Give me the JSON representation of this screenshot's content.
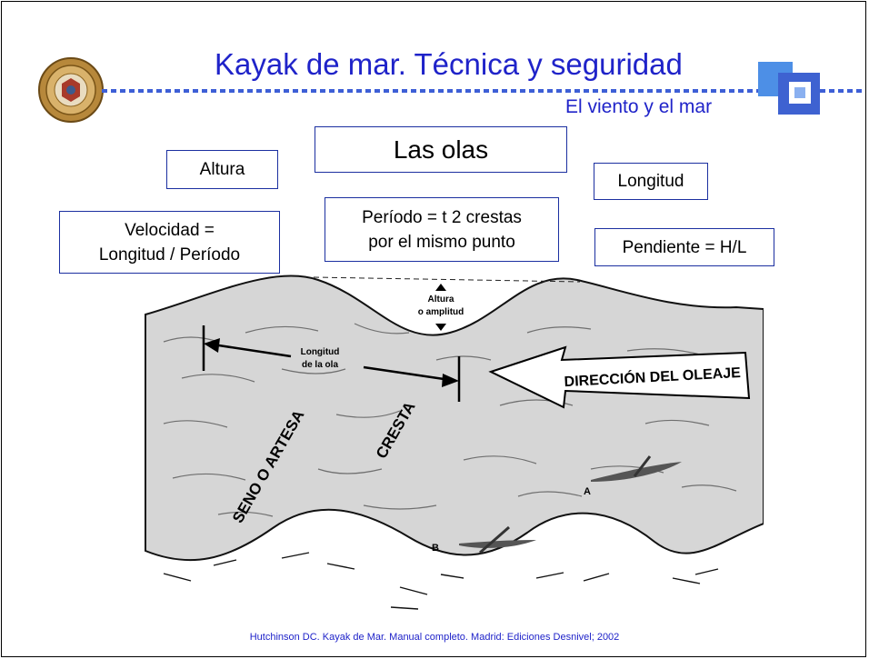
{
  "header": {
    "title": "Kayak de mar. Técnica y seguridad",
    "subtitle": "El viento y el mar",
    "accent": "#1f23c9"
  },
  "boxes": {
    "main": "Las olas",
    "altura": "Altura",
    "longitud": "Longitud",
    "velocidad_1": "Velocidad =",
    "velocidad_2": "Longitud / Período",
    "periodo_1": "Período = t 2 crestas",
    "periodo_2": "por el mismo punto",
    "pendiente": "Pendiente = H/L"
  },
  "figure": {
    "altura_1": "Altura",
    "altura_2": "o amplitud",
    "longitud_1": "Longitud",
    "longitud_2": "de la ola",
    "direccion": "DIRECCIÓN DEL OLEAJE",
    "seno": "SENO O ARTESA",
    "cresta": "CRESTA",
    "kayak_a": "A",
    "kayak_b": "B"
  },
  "footer": {
    "citation": "Hutchinson DC. Kayak de Mar. Manual completo. Madrid: Ediciones Desnivel; 2002"
  }
}
